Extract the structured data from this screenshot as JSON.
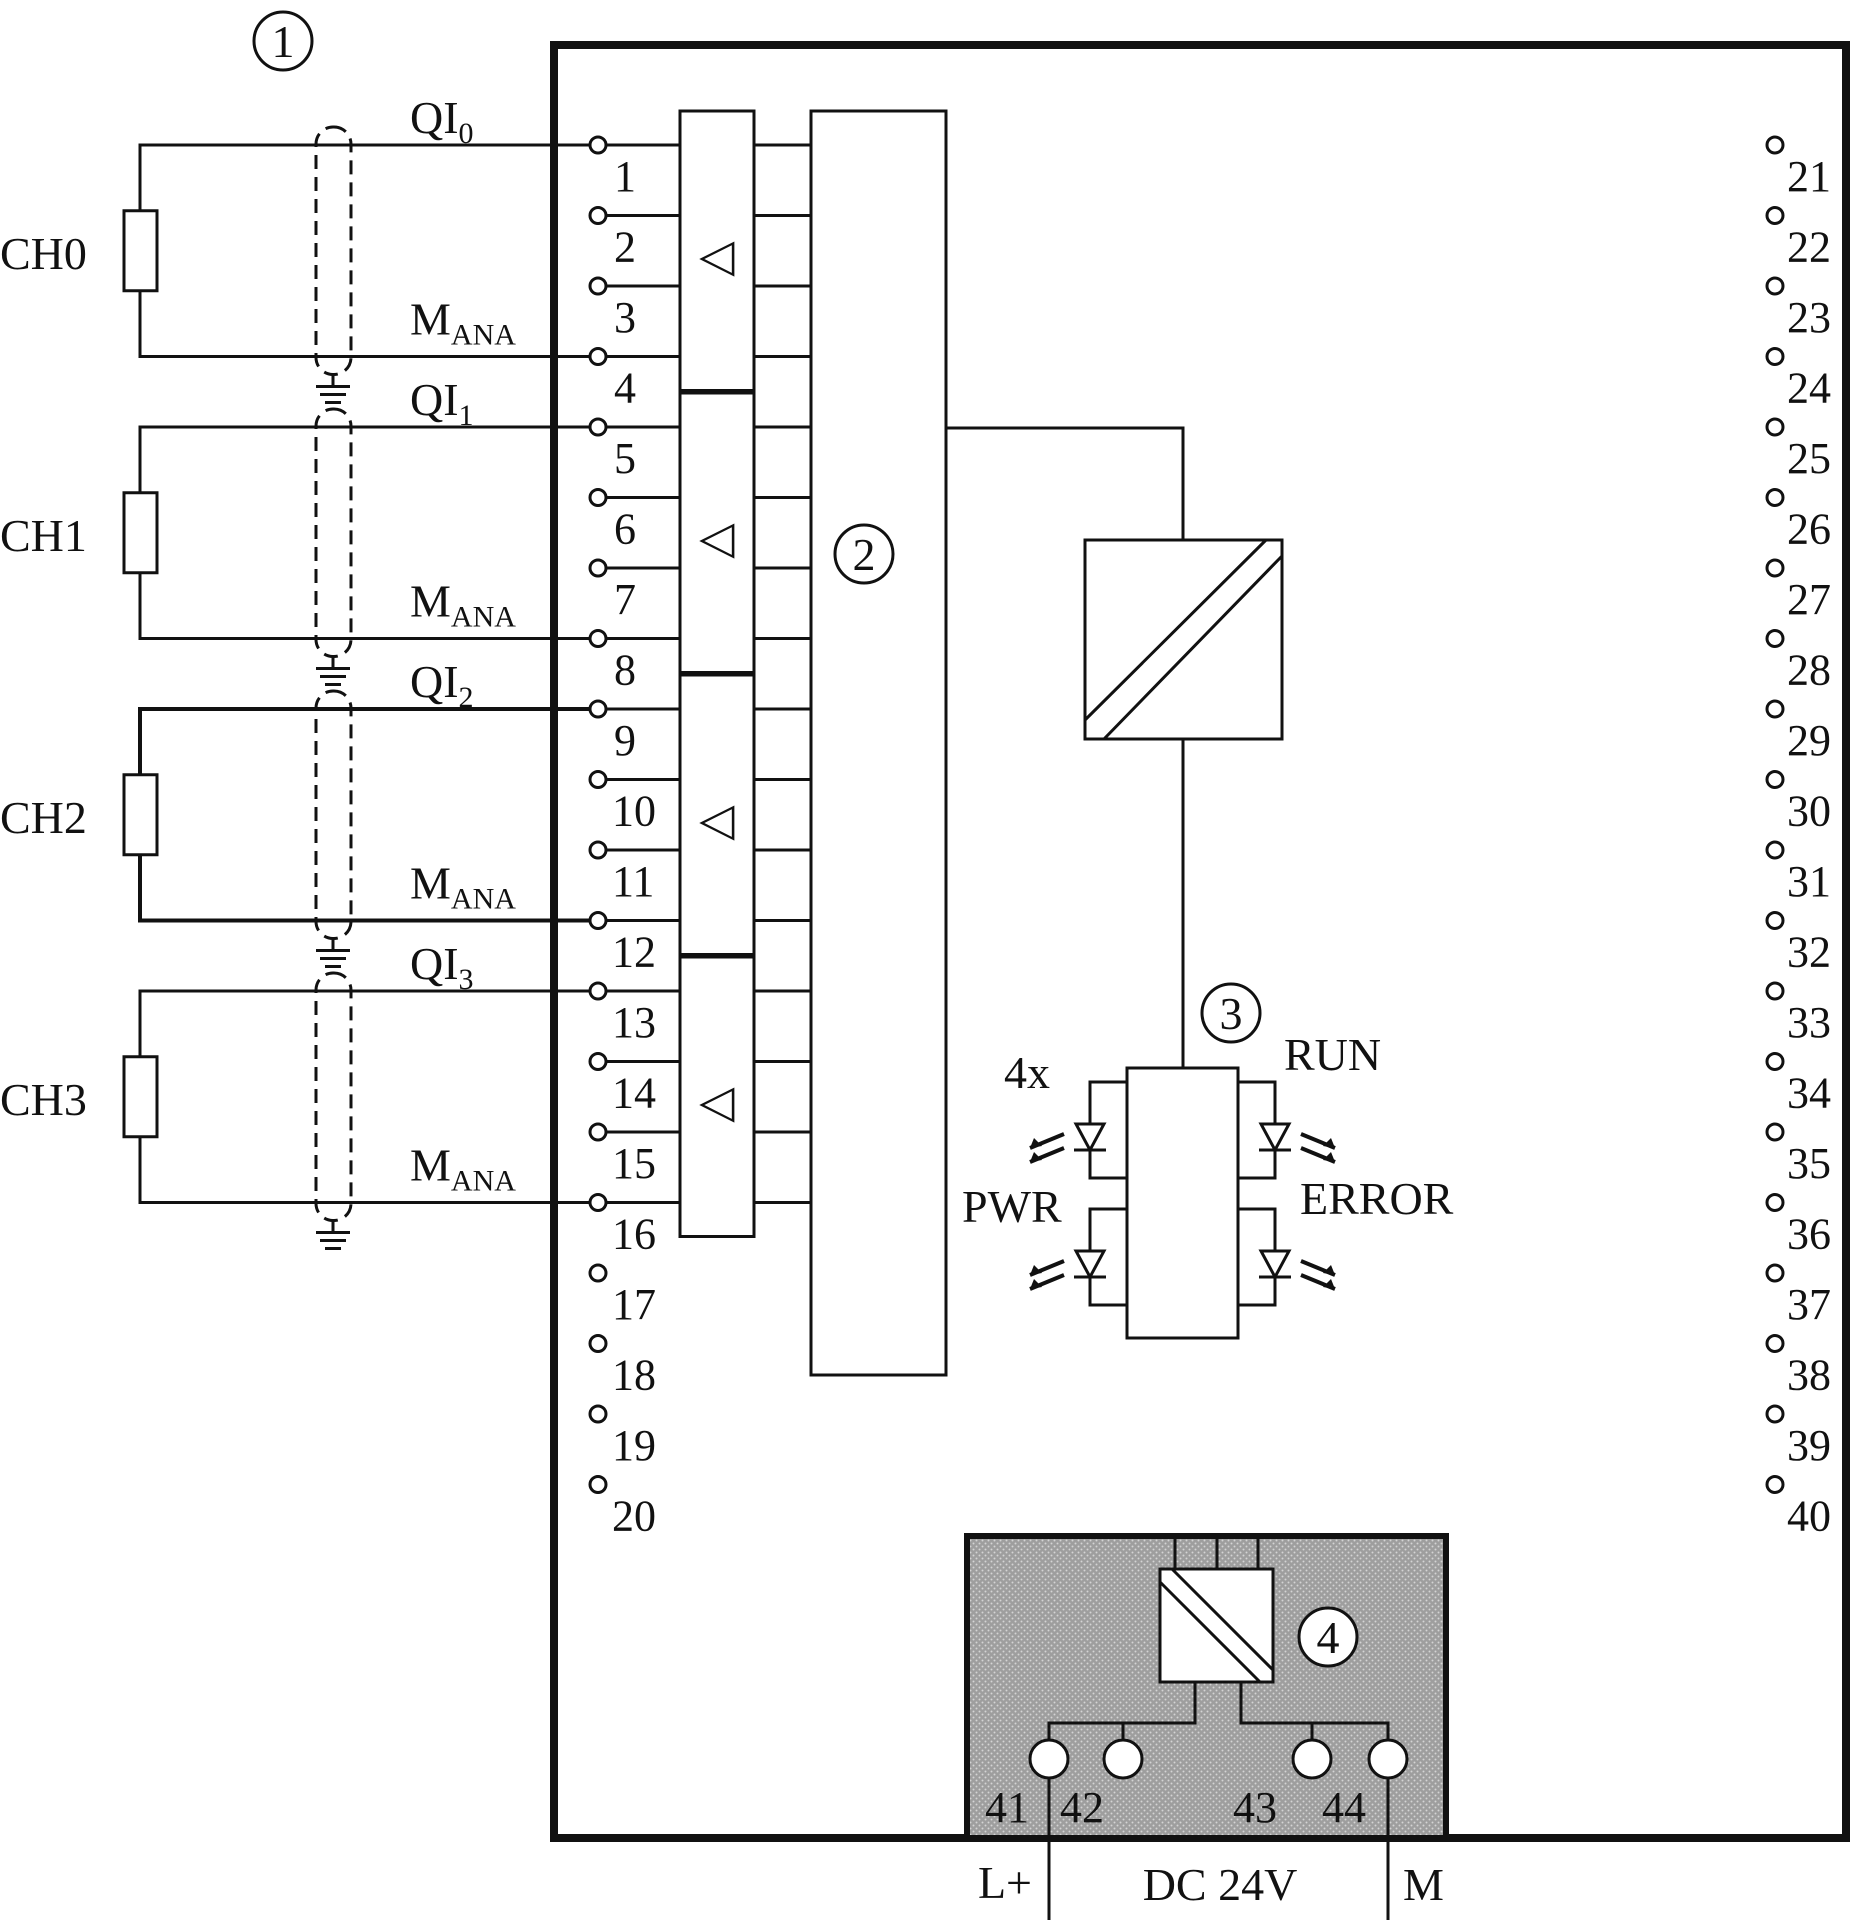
{
  "callouts": [
    "1",
    "2",
    "3",
    "4"
  ],
  "channels": [
    {
      "label": "CH0",
      "qi_main": "QI",
      "qi_sub": "0",
      "m_main": "M",
      "m_sub": "ANA"
    },
    {
      "label": "CH1",
      "qi_main": "QI",
      "qi_sub": "1",
      "m_main": "M",
      "m_sub": "ANA"
    },
    {
      "label": "CH2",
      "qi_main": "QI",
      "qi_sub": "2",
      "m_main": "M",
      "m_sub": "ANA"
    },
    {
      "label": "CH3",
      "qi_main": "QI",
      "qi_sub": "3",
      "m_main": "M",
      "m_sub": "ANA"
    }
  ],
  "terminals_left": [
    "1",
    "2",
    "3",
    "4",
    "5",
    "6",
    "7",
    "8",
    "9",
    "10",
    "11",
    "12",
    "13",
    "14",
    "15",
    "16",
    "17",
    "18",
    "19",
    "20"
  ],
  "terminals_right": [
    "21",
    "22",
    "23",
    "24",
    "25",
    "26",
    "27",
    "28",
    "29",
    "30",
    "31",
    "32",
    "33",
    "34",
    "35",
    "36",
    "37",
    "38",
    "39",
    "40"
  ],
  "amplifier_symbol": "◁",
  "leds": {
    "count": "4x",
    "pwr": "PWR",
    "run": "RUN",
    "error": "ERROR"
  },
  "power": {
    "terminals": [
      "41",
      "42",
      "43",
      "44"
    ],
    "l_plus": "L+",
    "voltage": "DC 24V",
    "m": "M"
  },
  "colors": {
    "line": "#111111",
    "background": "#ffffff",
    "power_fill": "#9e9e9e"
  }
}
